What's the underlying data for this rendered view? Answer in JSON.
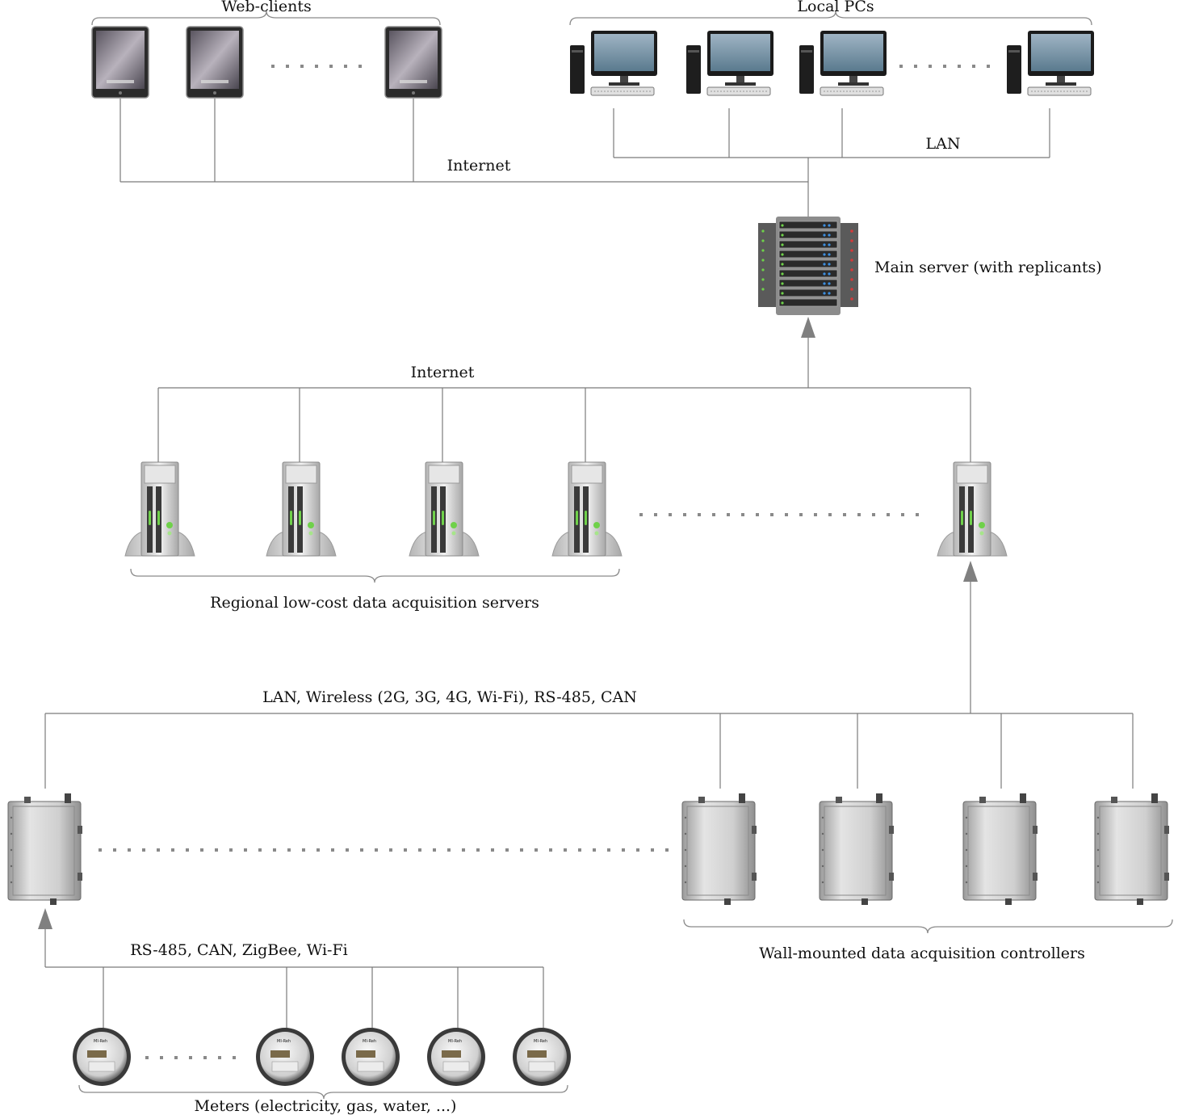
{
  "labels": {
    "web_clients": "Web-clients",
    "local_pcs": "Local PCs",
    "internet_top": "Internet",
    "lan_top": "LAN",
    "main_server": "Main server (with replicants)",
    "internet_mid": "Internet",
    "regional_servers": "Regional low-cost data acquisition servers",
    "controllers_link": "LAN, Wireless (2G, 3G, 4G, Wi-Fi), RS-485, CAN",
    "controllers": "Wall-mounted data acquisition controllers",
    "meter_link": "RS-485, CAN, ZigBee, Wi-Fi",
    "meters": "Meters (electricity, gas, water, ...)"
  },
  "colors": {
    "wire": "#7a7a7a",
    "arrow": "#808080",
    "metal": "#c8c8c8",
    "screen": "#2a2a2a",
    "led_green": "#6fd14a",
    "led_blue": "#3d8fe0",
    "led_red": "#d23a3a"
  },
  "icons": {
    "web_client": "tablet-icon",
    "local_pc": "desktop-pc-icon",
    "main_server": "server-rack-icon",
    "regional_server": "tower-server-icon",
    "controller": "steel-enclosure-icon",
    "meter": "utility-meter-icon"
  }
}
